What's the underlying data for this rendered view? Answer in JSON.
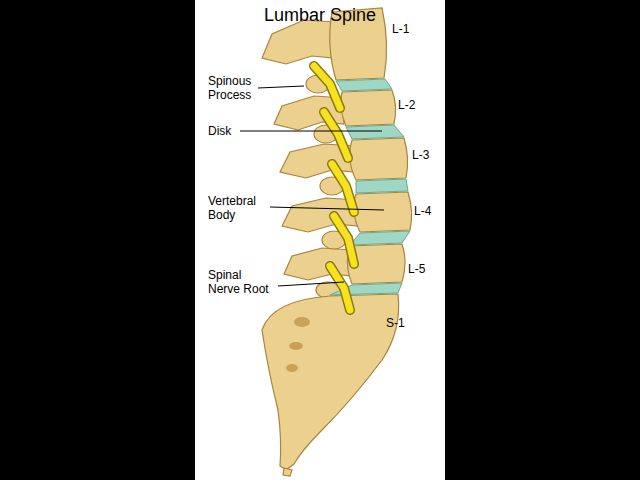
{
  "diagram": {
    "title": "Lumbar Spine",
    "labels": [
      "Spinous Process",
      "Disk",
      "Vertebral Body",
      "Spinal Nerve Root",
      "L-1",
      "L-2",
      "L-3",
      "L-4",
      "L-5",
      "S-1"
    ]
  }
}
